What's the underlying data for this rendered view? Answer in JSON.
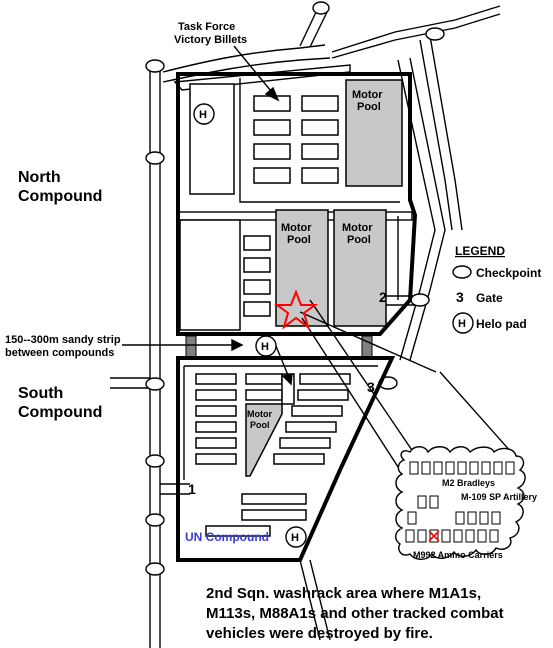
{
  "labels": {
    "billets": [
      "Task Force",
      "Victory Billets"
    ],
    "north_compound": [
      "North",
      "Compound"
    ],
    "south_compound": [
      "South",
      "Compound"
    ],
    "sandy_strip": [
      "150--300m sandy strip",
      "between compounds"
    ],
    "motor_pool": [
      "Motor",
      "Pool"
    ],
    "un_compound": "UN Compound",
    "helo": "H",
    "gates": [
      "1",
      "2",
      "3"
    ],
    "bradleys": "M2 Bradleys",
    "artillery": "M-109 SP Artillery",
    "ammo": "M992 Ammo Carriers",
    "caption": [
      "2nd Sqn. washrack area where M1A1s,",
      "M113s, M88A1s and other tracked combat",
      "vehicles were destroyed by fire."
    ]
  },
  "legend": {
    "title": "LEGEND",
    "checkpoint": "Checkpoint",
    "gate_symbol": "3",
    "gate": "Gate",
    "helo_symbol": "H",
    "helo": "Helo pad"
  },
  "colors": {
    "marker": "#ff0000",
    "un_label": "#3b3bd6",
    "motor_pool_fill": "#c8c8c8"
  }
}
